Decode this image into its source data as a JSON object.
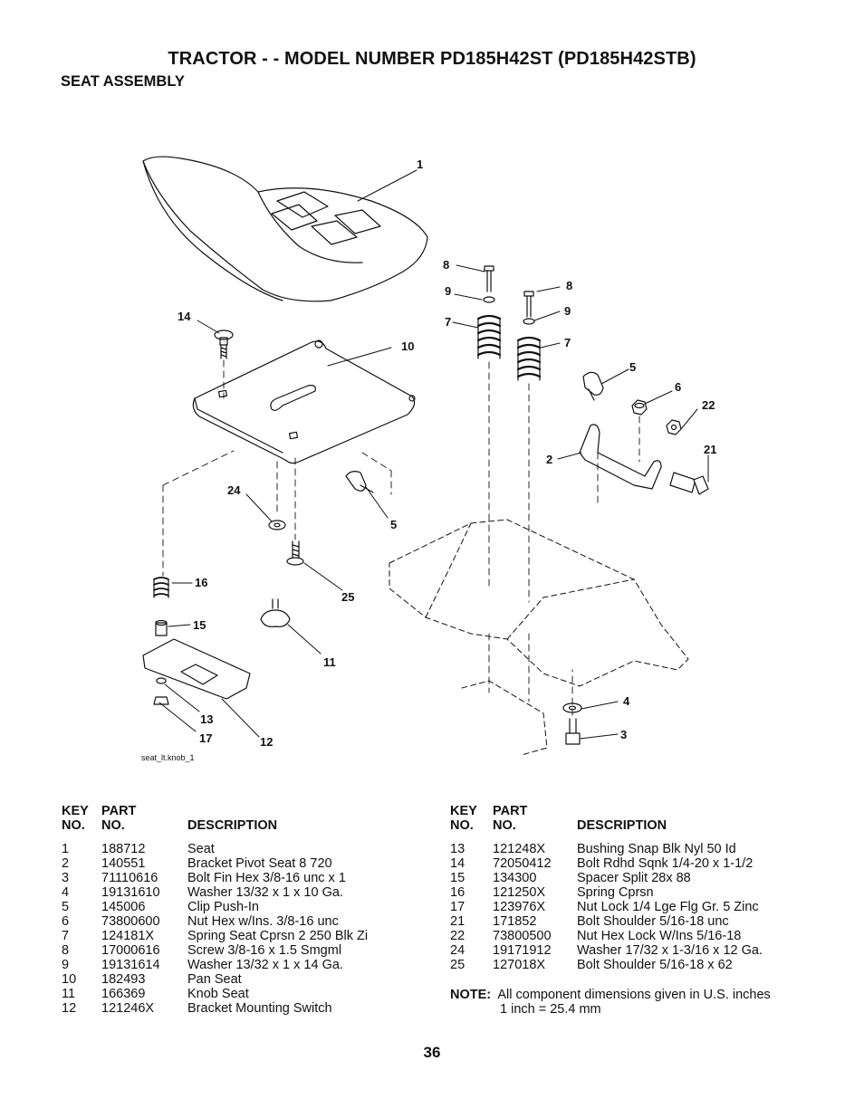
{
  "header": {
    "title": "TRACTOR - - MODEL NUMBER PD185H42ST (PD185H42STB)",
    "section": "SEAT ASSEMBLY"
  },
  "diagram": {
    "figure_id": "seat_lt.knob_1",
    "callouts": [
      "1",
      "8",
      "9",
      "7",
      "8",
      "9",
      "7",
      "14",
      "10",
      "5",
      "6",
      "22",
      "2",
      "21",
      "24",
      "5",
      "16",
      "25",
      "15",
      "11",
      "4",
      "13",
      "17",
      "12",
      "3"
    ]
  },
  "table_headers": {
    "key_top": "KEY",
    "key_bottom": "NO.",
    "part_top": "PART",
    "part_bottom": "NO.",
    "description": "DESCRIPTION"
  },
  "parts_left": [
    {
      "key": "1",
      "part": "188712",
      "desc": "Seat"
    },
    {
      "key": "2",
      "part": "140551",
      "desc": "Bracket Pivot Seat 8 720"
    },
    {
      "key": "3",
      "part": "71110616",
      "desc": "Bolt Fin Hex 3/8-16 unc x 1"
    },
    {
      "key": "4",
      "part": "19131610",
      "desc": "Washer 13/32 x 1 x 10 Ga."
    },
    {
      "key": "5",
      "part": "145006",
      "desc": "Clip Push-In"
    },
    {
      "key": "6",
      "part": "73800600",
      "desc": "Nut Hex w/Ins. 3/8-16 unc"
    },
    {
      "key": "7",
      "part": "124181X",
      "desc": "Spring Seat Cprsn 2 250 Blk Zi"
    },
    {
      "key": "8",
      "part": "17000616",
      "desc": "Screw 3/8-16 x 1.5   Smgml"
    },
    {
      "key": "9",
      "part": "19131614",
      "desc": "Washer 13/32 x 1 x 14 Ga."
    },
    {
      "key": "10",
      "part": "182493",
      "desc": "Pan Seat"
    },
    {
      "key": "11",
      "part": "166369",
      "desc": "Knob Seat"
    },
    {
      "key": "12",
      "part": "121246X",
      "desc": "Bracket Mounting Switch"
    }
  ],
  "parts_right": [
    {
      "key": "13",
      "part": "121248X",
      "desc": "Bushing Snap Blk Nyl 50 Id"
    },
    {
      "key": "14",
      "part": "72050412",
      "desc": "Bolt Rdhd Sqnk 1/4-20 x 1-1/2"
    },
    {
      "key": "15",
      "part": "134300",
      "desc": "Spacer Split 28x 88"
    },
    {
      "key": "16",
      "part": "121250X",
      "desc": "Spring Cprsn"
    },
    {
      "key": "17",
      "part": "123976X",
      "desc": "Nut Lock 1/4 Lge Flg Gr. 5 Zinc"
    },
    {
      "key": "21",
      "part": "171852",
      "desc": "Bolt Shoulder 5/16-18 unc"
    },
    {
      "key": "22",
      "part": "73800500",
      "desc": "Nut Hex  Lock W/Ins  5/16-18"
    },
    {
      "key": "24",
      "part": "19171912",
      "desc": "Washer 17/32 x 1-3/16 x 12 Ga."
    },
    {
      "key": "25",
      "part": "127018X",
      "desc": "Bolt Shoulder 5/16-18 x 62"
    }
  ],
  "note": {
    "label": "NOTE:",
    "line1": "All component dimensions given in U.S. inches",
    "line2": "1 inch = 25.4 mm"
  },
  "page_number": "36"
}
